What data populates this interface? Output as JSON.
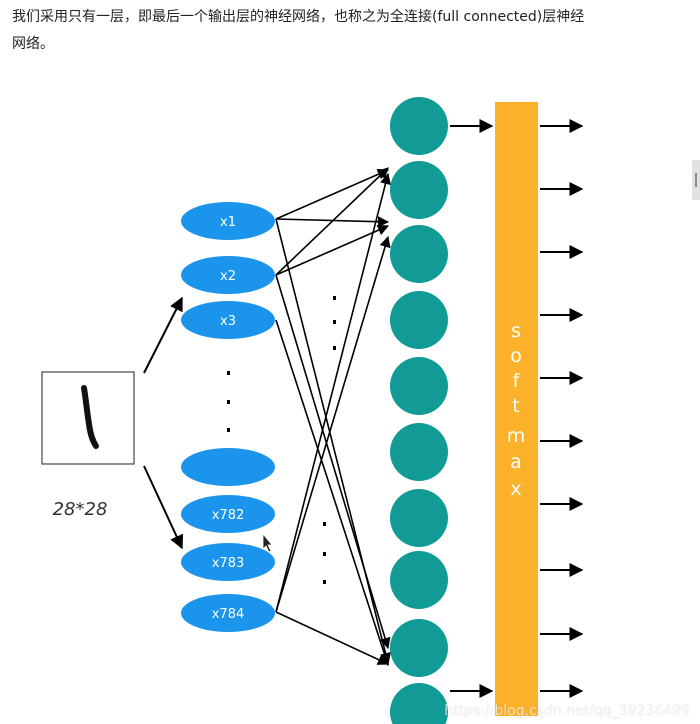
{
  "intro": {
    "line1": "我们采用只有一层，即最后一个输出层的神经网络，也称之为全连接(full connected)层神经",
    "line2": "网络。"
  },
  "diagram": {
    "image_label": "28*28",
    "inputs": [
      "x1",
      "x2",
      "x3",
      "",
      "x782",
      "x783",
      "x784"
    ],
    "softmax_label": "softmax",
    "softmax_letters": [
      "s",
      "o",
      "f",
      "t",
      "m",
      "a",
      "x"
    ],
    "output_count": 10,
    "colors": {
      "input_node": "#1b95ec",
      "output_node": "#119a96",
      "softmax_bar": "#fbb12a",
      "arrow": "#000000"
    }
  },
  "watermark": "https://blog.csdn.net/qq_39236499"
}
